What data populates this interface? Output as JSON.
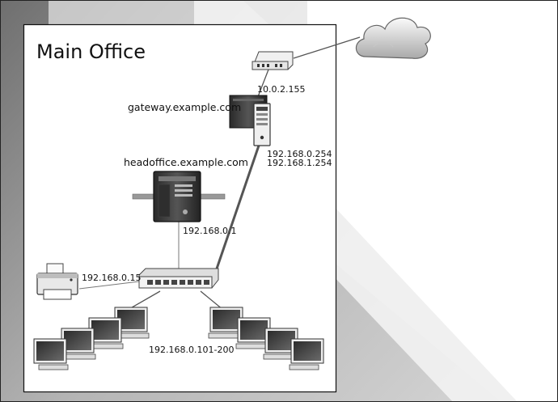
{
  "office": {
    "title": "Main Office"
  },
  "hosts": {
    "gateway": "gateway.example.com",
    "headoffice": "headoffice.example.com"
  },
  "addresses": {
    "modem": "10.0.2.155",
    "gateway_lan_1": "192.168.0.254",
    "gateway_lan_2": "192.168.1.254",
    "server": "192.168.0.1",
    "printer": "192.168.0.15",
    "workstations": "192.168.0.101-200"
  },
  "icons": {
    "cloud": "cloud-icon",
    "modem": "modem-icon",
    "gateway": "server-tower-icon",
    "server": "server-icon",
    "switch": "network-switch-icon",
    "printer": "printer-icon",
    "workstation": "desktop-computer-icon"
  },
  "colors": {
    "background_dark": "#7a7a7a",
    "background_light": "#d9d9d9",
    "office_panel": "#ffffff",
    "link": "#555555"
  }
}
